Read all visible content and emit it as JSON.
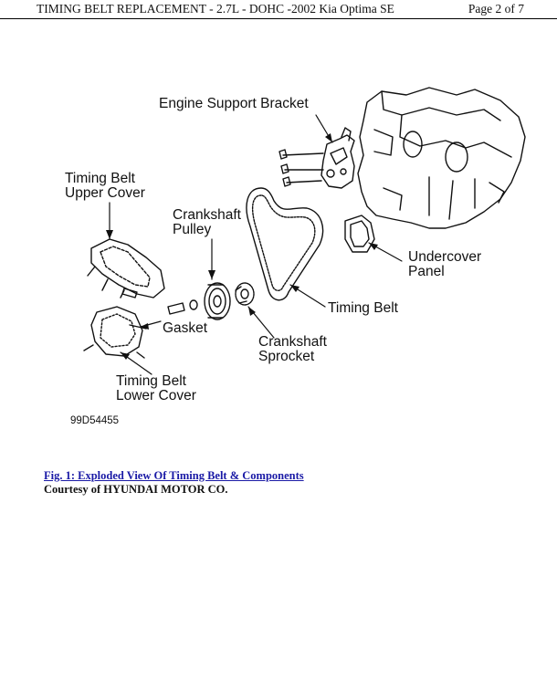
{
  "header": {
    "title": "TIMING BELT REPLACEMENT - 2.7L - DOHC -2002 Kia Optima SE",
    "page": "Page 2 of 7"
  },
  "figure": {
    "labels": {
      "engine_support_bracket": "Engine Support Bracket",
      "timing_belt_upper_cover_1": "Timing Belt",
      "timing_belt_upper_cover_2": "Upper Cover",
      "crankshaft_pulley_1": "Crankshaft",
      "crankshaft_pulley_2": "Pulley",
      "undercover_panel_1": "Undercover",
      "undercover_panel_2": "Panel",
      "timing_belt": "Timing Belt",
      "gasket": "Gasket",
      "crankshaft_sprocket_1": "Crankshaft",
      "crankshaft_sprocket_2": "Sprocket",
      "timing_belt_lower_cover_1": "Timing Belt",
      "timing_belt_lower_cover_2": "Lower Cover"
    },
    "figure_id": "99D54455"
  },
  "caption": {
    "link_text": "Fig. 1: Exploded View Of Timing Belt & Components",
    "courtesy": "Courtesy of HYUNDAI MOTOR CO."
  }
}
